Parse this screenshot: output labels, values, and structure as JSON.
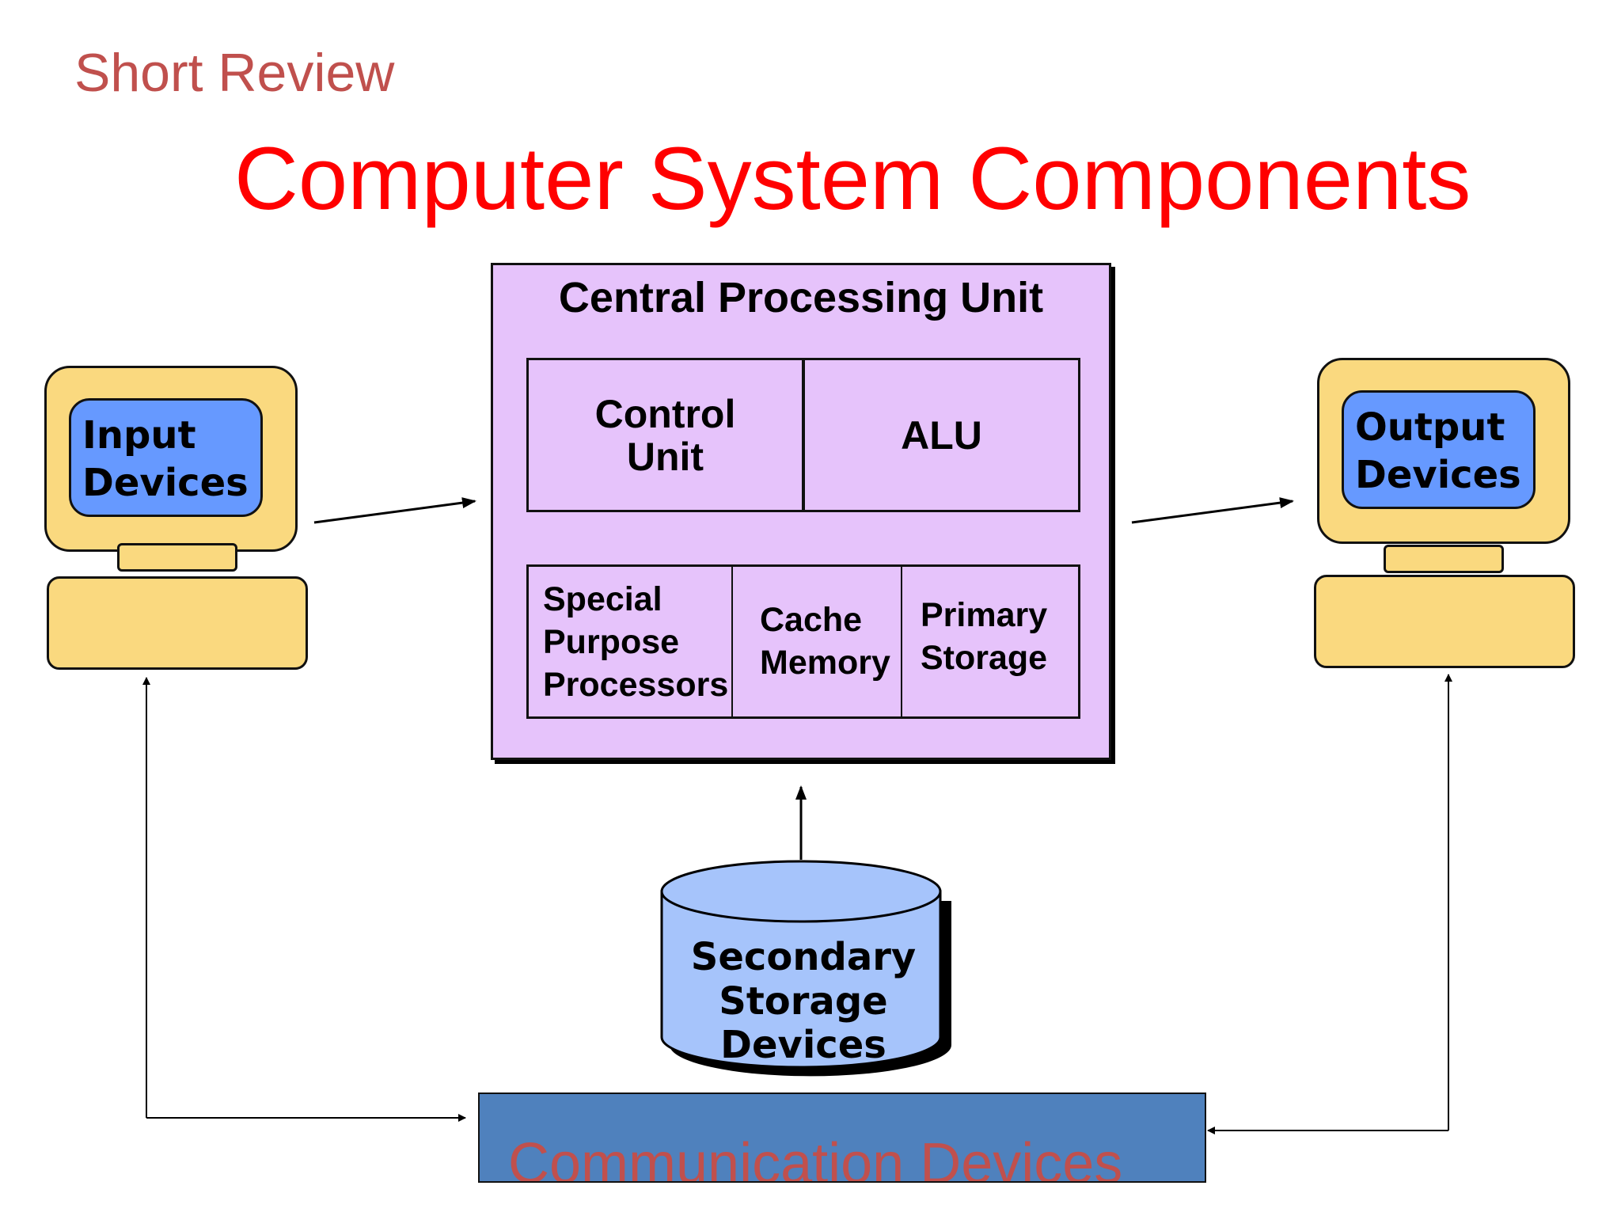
{
  "slide": {
    "subtitle": "Short Review",
    "title": "Computer System Components"
  },
  "colors": {
    "subtitle": "#c0504d",
    "title": "#ff0000",
    "cpu_fill": "#e6c3fb",
    "monitor_fill": "#fad97f",
    "screen_fill": "#6699ff",
    "storage_fill": "#a6c4fb",
    "comm_fill": "#4f81bd",
    "comm_text": "#c0504d"
  },
  "cpu": {
    "title": "Central Processing Unit",
    "top_row": [
      {
        "label": "Control Unit",
        "lines": [
          "Control",
          "Unit"
        ]
      },
      {
        "label": "ALU",
        "lines": [
          "ALU"
        ]
      }
    ],
    "bottom_row": [
      {
        "label": "Special Purpose Processors",
        "lines": [
          "Special",
          "Purpose",
          "Processors"
        ]
      },
      {
        "label": "Cache Memory",
        "lines": [
          "Cache",
          "Memory"
        ]
      },
      {
        "label": "Primary Storage",
        "lines": [
          "Primary",
          "Storage"
        ]
      }
    ]
  },
  "input_device": {
    "lines": [
      "Input",
      "Devices"
    ]
  },
  "output_device": {
    "lines": [
      "Output",
      "Devices"
    ]
  },
  "secondary_storage": {
    "lines": [
      "Secondary",
      "Storage",
      "Devices"
    ]
  },
  "communication": {
    "label": "Communication Devices"
  },
  "connections": [
    {
      "from": "Input Devices",
      "to": "Central Processing Unit"
    },
    {
      "from": "Central Processing Unit",
      "to": "Output Devices"
    },
    {
      "from": "Secondary Storage Devices",
      "to": "Central Processing Unit"
    },
    {
      "from": "Input Devices",
      "to": "Communication Devices",
      "bidirectional": true
    },
    {
      "from": "Output Devices",
      "to": "Communication Devices",
      "bidirectional": true
    }
  ]
}
